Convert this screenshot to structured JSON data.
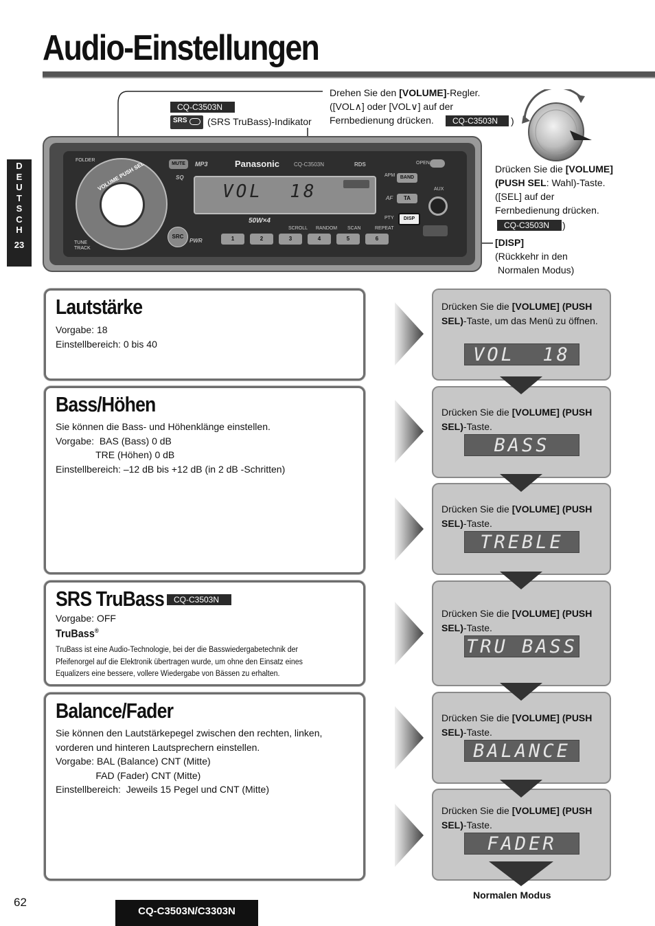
{
  "page": {
    "title": "Audio-Einstellungen",
    "page_number": "62",
    "footer_model": "CQ-C3503N/C3303N",
    "side_tab": {
      "letters": "D\nE\nU\nT\nS\nC\nH",
      "number": "23"
    }
  },
  "callouts": {
    "model_tag": "CQ-C3503N",
    "srs_indicator": "(SRS TruBass)-Indikator",
    "volume_line1_pre": "Drehen Sie den ",
    "volume_line1_bold": "[VOLUME]",
    "volume_line1_post": "-Regler.",
    "volume_line2": "([VOL∧] oder [VOL∨] auf der",
    "volume_line3": "Fernbedienung drücken.",
    "volume_line3_end": ")",
    "push_line1_pre": "Drücken Sie die ",
    "push_line1_bold": "[VOLUME]",
    "push_line2_bold": "(PUSH SEL",
    "push_line2_post": ": Wahl)-Taste.",
    "push_line3": "([SEL] auf der",
    "push_line4": "Fernbedienung drücken.",
    "push_line5_end": ")",
    "disp_title": "[DISP]",
    "disp_line2": "(Rückkehr in den",
    "disp_line3": "Normalen Modus)"
  },
  "radio": {
    "brand": "Panasonic",
    "model": "CQ-C3503N",
    "mp3": "MP3",
    "rds": "RDS",
    "power": "50W×4",
    "display": "VOL  18",
    "buttons": {
      "mute": "MUTE",
      "sq": "SQ",
      "src": "SRC",
      "pwr": "PWR",
      "band": "BAND",
      "ta": "TA",
      "disp": "DISP",
      "open": "OPEN",
      "aux": "AUX",
      "apm": "APM",
      "af": "AF",
      "pty": "PTY",
      "folder": "FOLDER",
      "tune_track": "TUNE TRACK",
      "knob_label": "VOLUME PUSH SEL"
    },
    "presets": [
      "1",
      "2",
      "3",
      "4",
      "5",
      "6"
    ],
    "preset_labels": [
      "SCROLL",
      "RANDOM",
      "SCAN",
      "REPEAT"
    ]
  },
  "sections": [
    {
      "id": "lautstaerke",
      "title": "Lautstärke",
      "text": "Vorgabe: 18\nEinstellbereich: 0 bis 40"
    },
    {
      "id": "bass",
      "title": "Bass/Höhen",
      "text": "Sie können die Bass- und Höhenklänge einstellen.\nVorgabe:  BAS (Bass) 0 dB\n               TRE (Höhen) 0 dB\nEinstellbereich: –12 dB bis +12 dB (in 2 dB -Schritten)"
    },
    {
      "id": "srs",
      "title": "SRS TruBass",
      "tag": "CQ-C3503N",
      "text": "Vorgabe: OFF",
      "subtitle": "TruBass",
      "subtitle_mark": "®",
      "small_text": "TruBass ist eine Audio-Technologie, bei der die Basswiedergabetechnik der\nPfeifenorgel auf die Elektronik übertragen wurde, um ohne den Einsatz eines\nEqualizers eine bessere, vollere Wiedergabe von Bässen zu erhalten."
    },
    {
      "id": "balance",
      "title": "Balance/Fader",
      "text": "Sie können den Lautstärkepegel zwischen den rechten, linken,\nvorderen und hinteren Lautsprechern einstellen.\nVorgabe: BAL (Balance) CNT (Mitte)\n               FAD (Fader) CNT (Mitte)\nEinstellbereich:  Jeweils 15 Pegel und CNT (Mitte)"
    }
  ],
  "steps": [
    {
      "pre": "Drücken Sie die ",
      "bold": "[VOLUME] (PUSH SEL)",
      "post": "-Taste, um das Menü zu öffnen.",
      "display": "VOL  18"
    },
    {
      "pre": "Drücken Sie die ",
      "bold": "[VOLUME] (PUSH SEL)",
      "post": "-Taste.",
      "display": "BASS"
    },
    {
      "pre": "Drücken Sie die ",
      "bold": "[VOLUME] (PUSH SEL)",
      "post": "-Taste.",
      "display": "TREBLE"
    },
    {
      "pre": "Drücken Sie die ",
      "bold": "[VOLUME] (PUSH SEL)",
      "post": "-Taste.",
      "display": "TRU BASS"
    },
    {
      "pre": "Drücken Sie die ",
      "bold": "[VOLUME] (PUSH SEL)",
      "post": "-Taste.",
      "display": "BALANCE"
    },
    {
      "pre": "Drücken Sie die ",
      "bold": "[VOLUME] (PUSH SEL)",
      "post": "-Taste.",
      "display": "FADER"
    }
  ],
  "end_label": "Normalen Modus"
}
